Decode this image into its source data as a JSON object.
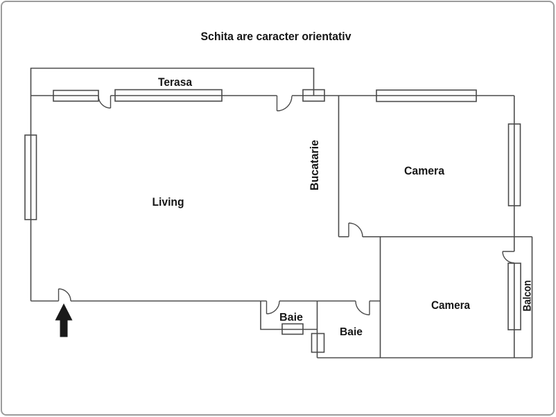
{
  "title": "Schita are caracter orientativ",
  "labels": {
    "terasa": "Terasa",
    "living": "Living",
    "bucatarie": "Bucatarie",
    "camera_top": "Camera",
    "camera_bottom": "Camera",
    "baie_small": "Baie",
    "baie_main": "Baie",
    "balcon": "Balcon"
  },
  "icons": {
    "entrance_arrow": "up-arrow"
  },
  "colors": {
    "wall": "#4a4a4a",
    "text": "#161616",
    "arrow": "#1a1a1a",
    "frame": "#9b9b9b",
    "background": "#ffffff"
  }
}
